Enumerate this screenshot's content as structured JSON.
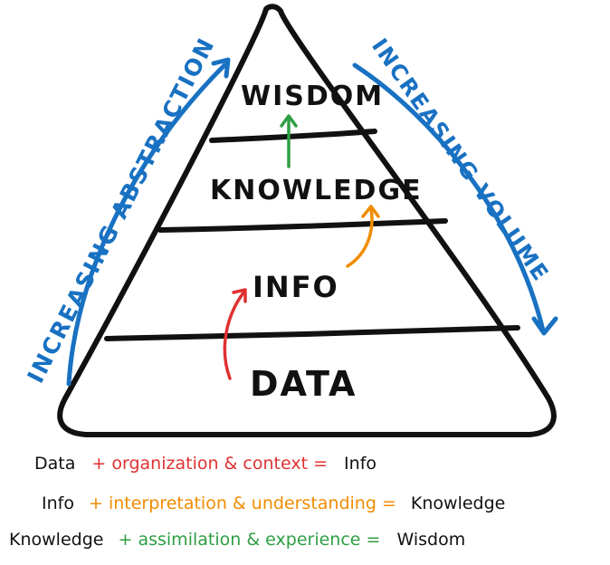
{
  "pyramid": {
    "levels": [
      "WISDOM",
      "KNOWLEDGE",
      "INFO",
      "DATA"
    ]
  },
  "side_labels": {
    "left": "INCREASING ABSTRACTION",
    "right": "INCREASING VOLUME"
  },
  "formulas": [
    {
      "lhs": "Data",
      "mid": "+ organization & context =",
      "rhs": "Info",
      "color": "#e03131"
    },
    {
      "lhs": "Info",
      "mid": "+ interpretation & understanding =",
      "rhs": "Knowledge",
      "color": "#f08c00"
    },
    {
      "lhs": "Knowledge",
      "mid": "+ assimilation & experience =",
      "rhs": "Wisdom",
      "color": "#2f9e44"
    }
  ],
  "colors": {
    "ink": "#111111",
    "blue": "#1971c2",
    "red": "#e03131",
    "orange": "#f08c00",
    "green": "#2f9e44"
  }
}
